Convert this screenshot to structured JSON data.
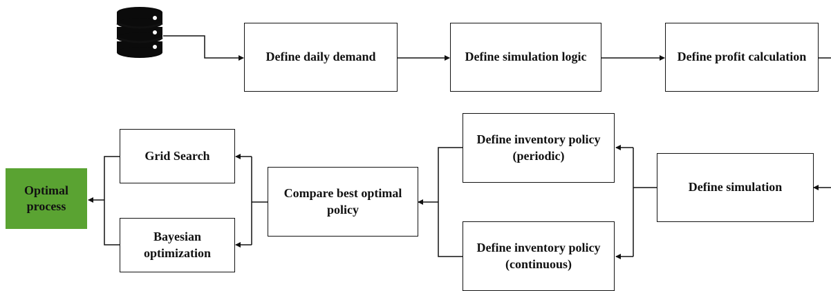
{
  "diagram": {
    "colors": {
      "line": "#111111",
      "terminal_fill": "#5aa332",
      "database_fill": "#0b0b0b"
    },
    "icons": {
      "data_source": "database-icon"
    },
    "nodes": {
      "define_daily_demand": "Define daily demand",
      "define_simulation_logic": "Define simulation logic",
      "define_profit_calculation": "Define profit calculation",
      "define_simulation": "Define simulation",
      "define_inventory_policy_periodic": "Define inventory policy (periodic)",
      "define_inventory_policy_continuous": "Define inventory policy (continuous)",
      "compare_best_optimal_policy": "Compare best optimal policy",
      "grid_search": "Grid Search",
      "bayesian_optimization": "Bayesian optimization",
      "optimal_process": "Optimal process"
    }
  }
}
